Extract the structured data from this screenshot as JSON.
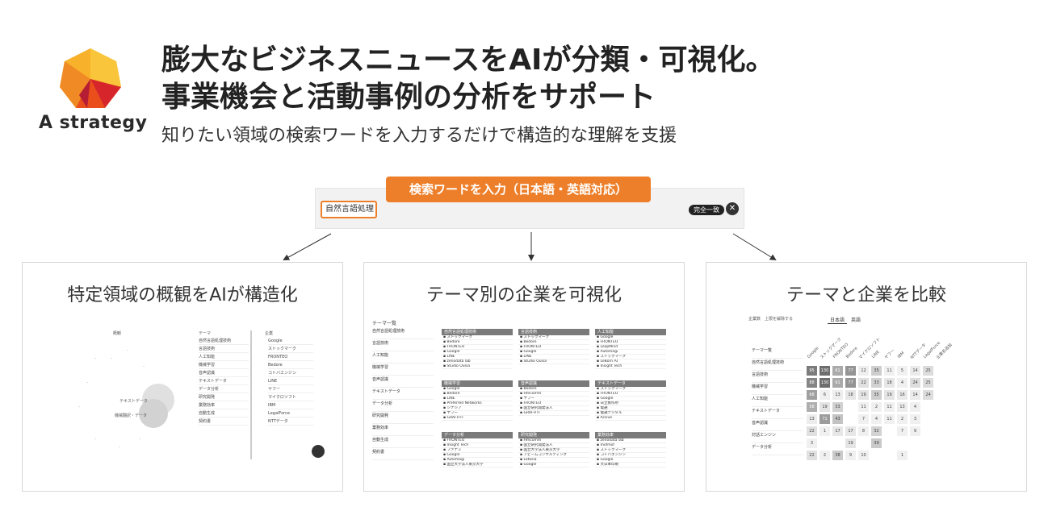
{
  "brand": "A strategy",
  "headline": {
    "line1": "膨大なビジネスニュースをAIが分類・可視化。",
    "line2": "事業機会と活動事例の分析をサポート"
  },
  "subheadline": "知りたい領域の検索ワードを入力するだけで構造的な理解を支援",
  "search": {
    "callout": "検索ワードを入力（日本語・英語対応）",
    "value": "自然言語処理",
    "match_badge": "完全一致"
  },
  "panels": [
    {
      "title": "特定領域の概観をAIが構造化"
    },
    {
      "title": "テーマ別の企業を可視化"
    },
    {
      "title": "テーマと企業を比較"
    }
  ],
  "panel1": {
    "map_header": "概観",
    "themes_header": "テーマ",
    "companies_header": "企業",
    "bubbles": [
      "テキストデータ",
      "機械翻訳・データ"
    ],
    "themes": [
      "自然言語処理技術",
      "言語技術",
      "人工知能",
      "機械学習",
      "音声認識",
      "テキストデータ",
      "データ分析",
      "研究開発",
      "業務効率",
      "自動生成",
      "契約書"
    ],
    "companies": [
      "Google",
      "ストックマーク",
      "FRONTEO",
      "Bedore",
      "コトバエンジン",
      "LINE",
      "ヤフー",
      "マイクロソフト",
      "IBM",
      "LegalForce",
      "NTTデータ"
    ]
  },
  "panel2": {
    "side_header": "テーマ一覧",
    "side_items": [
      "自然言語処理技術",
      "言語技術",
      "人工知能",
      "機械学習",
      "音声認識",
      "テキストデータ",
      "データ分析",
      "研究開発",
      "業務効率",
      "自動生成",
      "契約書"
    ],
    "cards": [
      {
        "title": "自然言語処理技術",
        "rows": [
          "ストックマーク",
          "Bedore",
          "FRONTEO",
          "Google",
          "LINE",
          "zenodata lab",
          "Studio Ousia"
        ]
      },
      {
        "title": "言語技術",
        "rows": [
          "ストックマーク",
          "Bedore",
          "FRONTEO",
          "Google",
          "LINE",
          "Studio Ousia"
        ]
      },
      {
        "title": "人工知能",
        "rows": [
          "Google",
          "FRONTEO",
          "LeapMind",
          "Automagi",
          "ストックマーク",
          "LeBorn AI",
          "Insight Tech"
        ]
      },
      {
        "title": "機械学習",
        "rows": [
          "Google",
          "Bedore",
          "LINE",
          "Preferred Networks",
          "シナジア",
          "ヤフー",
          "GRAFFITI"
        ]
      },
      {
        "title": "音声認識",
        "rows": [
          "Bedore",
          "Hmcomm",
          "ヤフー",
          "FRONTEO",
          "国立研究開発法人",
          "GRAFFITI"
        ]
      },
      {
        "title": "テキストデータ",
        "rows": [
          "ストックマーク",
          "FRONTEO",
          "Google",
          "日立製作所",
          "電通",
          "電通デジタル",
          "Acsive"
        ]
      },
      {
        "title": "データ分析",
        "rows": [
          "FRONTEO",
          "Insight Tech",
          "ファナミ",
          "Google",
          "Automagi",
          "国立大学法人東京大学"
        ]
      },
      {
        "title": "研究開発",
        "rows": [
          "Hmcomm",
          "国立研究開発法人",
          "国立大学法人東京大学",
          "アビームコンサルティング",
          "Lotosia",
          "Google"
        ]
      },
      {
        "title": "業務効率",
        "rows": [
          "zenodata lab",
          "mofmof",
          "ストックマーク",
          "コトバエンジン",
          "Google",
          "大日本印刷"
        ]
      }
    ]
  },
  "panel3": {
    "header_left": "企業数　上限を解除する",
    "tabs": [
      "日本語",
      "英語"
    ],
    "rows": [
      "テーマ一覧",
      "自然言語処理技術",
      "言語技術",
      "機械学習",
      "人工知能",
      "テキストデータ",
      "音声認識",
      "対話エンジン",
      "データ分析"
    ],
    "cols": [
      "Google",
      "ストックマーク",
      "FRONTEO",
      "Bedore",
      "マイクロソフト",
      "LINE",
      "ヤフー",
      "IBM",
      "NTTデータ",
      "LegalForce",
      "企業名追加"
    ],
    "cells": [
      [
        "95",
        "130",
        "61",
        "77",
        "12",
        "35",
        "11",
        "5",
        "14",
        "25"
      ],
      [
        "88",
        "130",
        "61",
        "77",
        "22",
        "33",
        "18",
        "4",
        "24",
        "25"
      ],
      [
        "68",
        "6",
        "13",
        "18",
        "19",
        "35",
        "19",
        "16",
        "14",
        "24"
      ],
      [
        "58",
        "19",
        "33",
        "",
        "11",
        "2",
        "11",
        "13",
        "4",
        ""
      ],
      [
        "13",
        "71",
        "43",
        "",
        "7",
        "4",
        "11",
        "2",
        "3",
        ""
      ],
      [
        "22",
        "1",
        "17",
        "17",
        "8",
        "32",
        "",
        "7",
        "9",
        ""
      ],
      [
        "3",
        "",
        "",
        "19",
        "",
        "39",
        "",
        "",
        "",
        ""
      ],
      [
        "22",
        "2",
        "38",
        "9",
        "10",
        "",
        "",
        "1",
        "",
        ""
      ]
    ]
  }
}
